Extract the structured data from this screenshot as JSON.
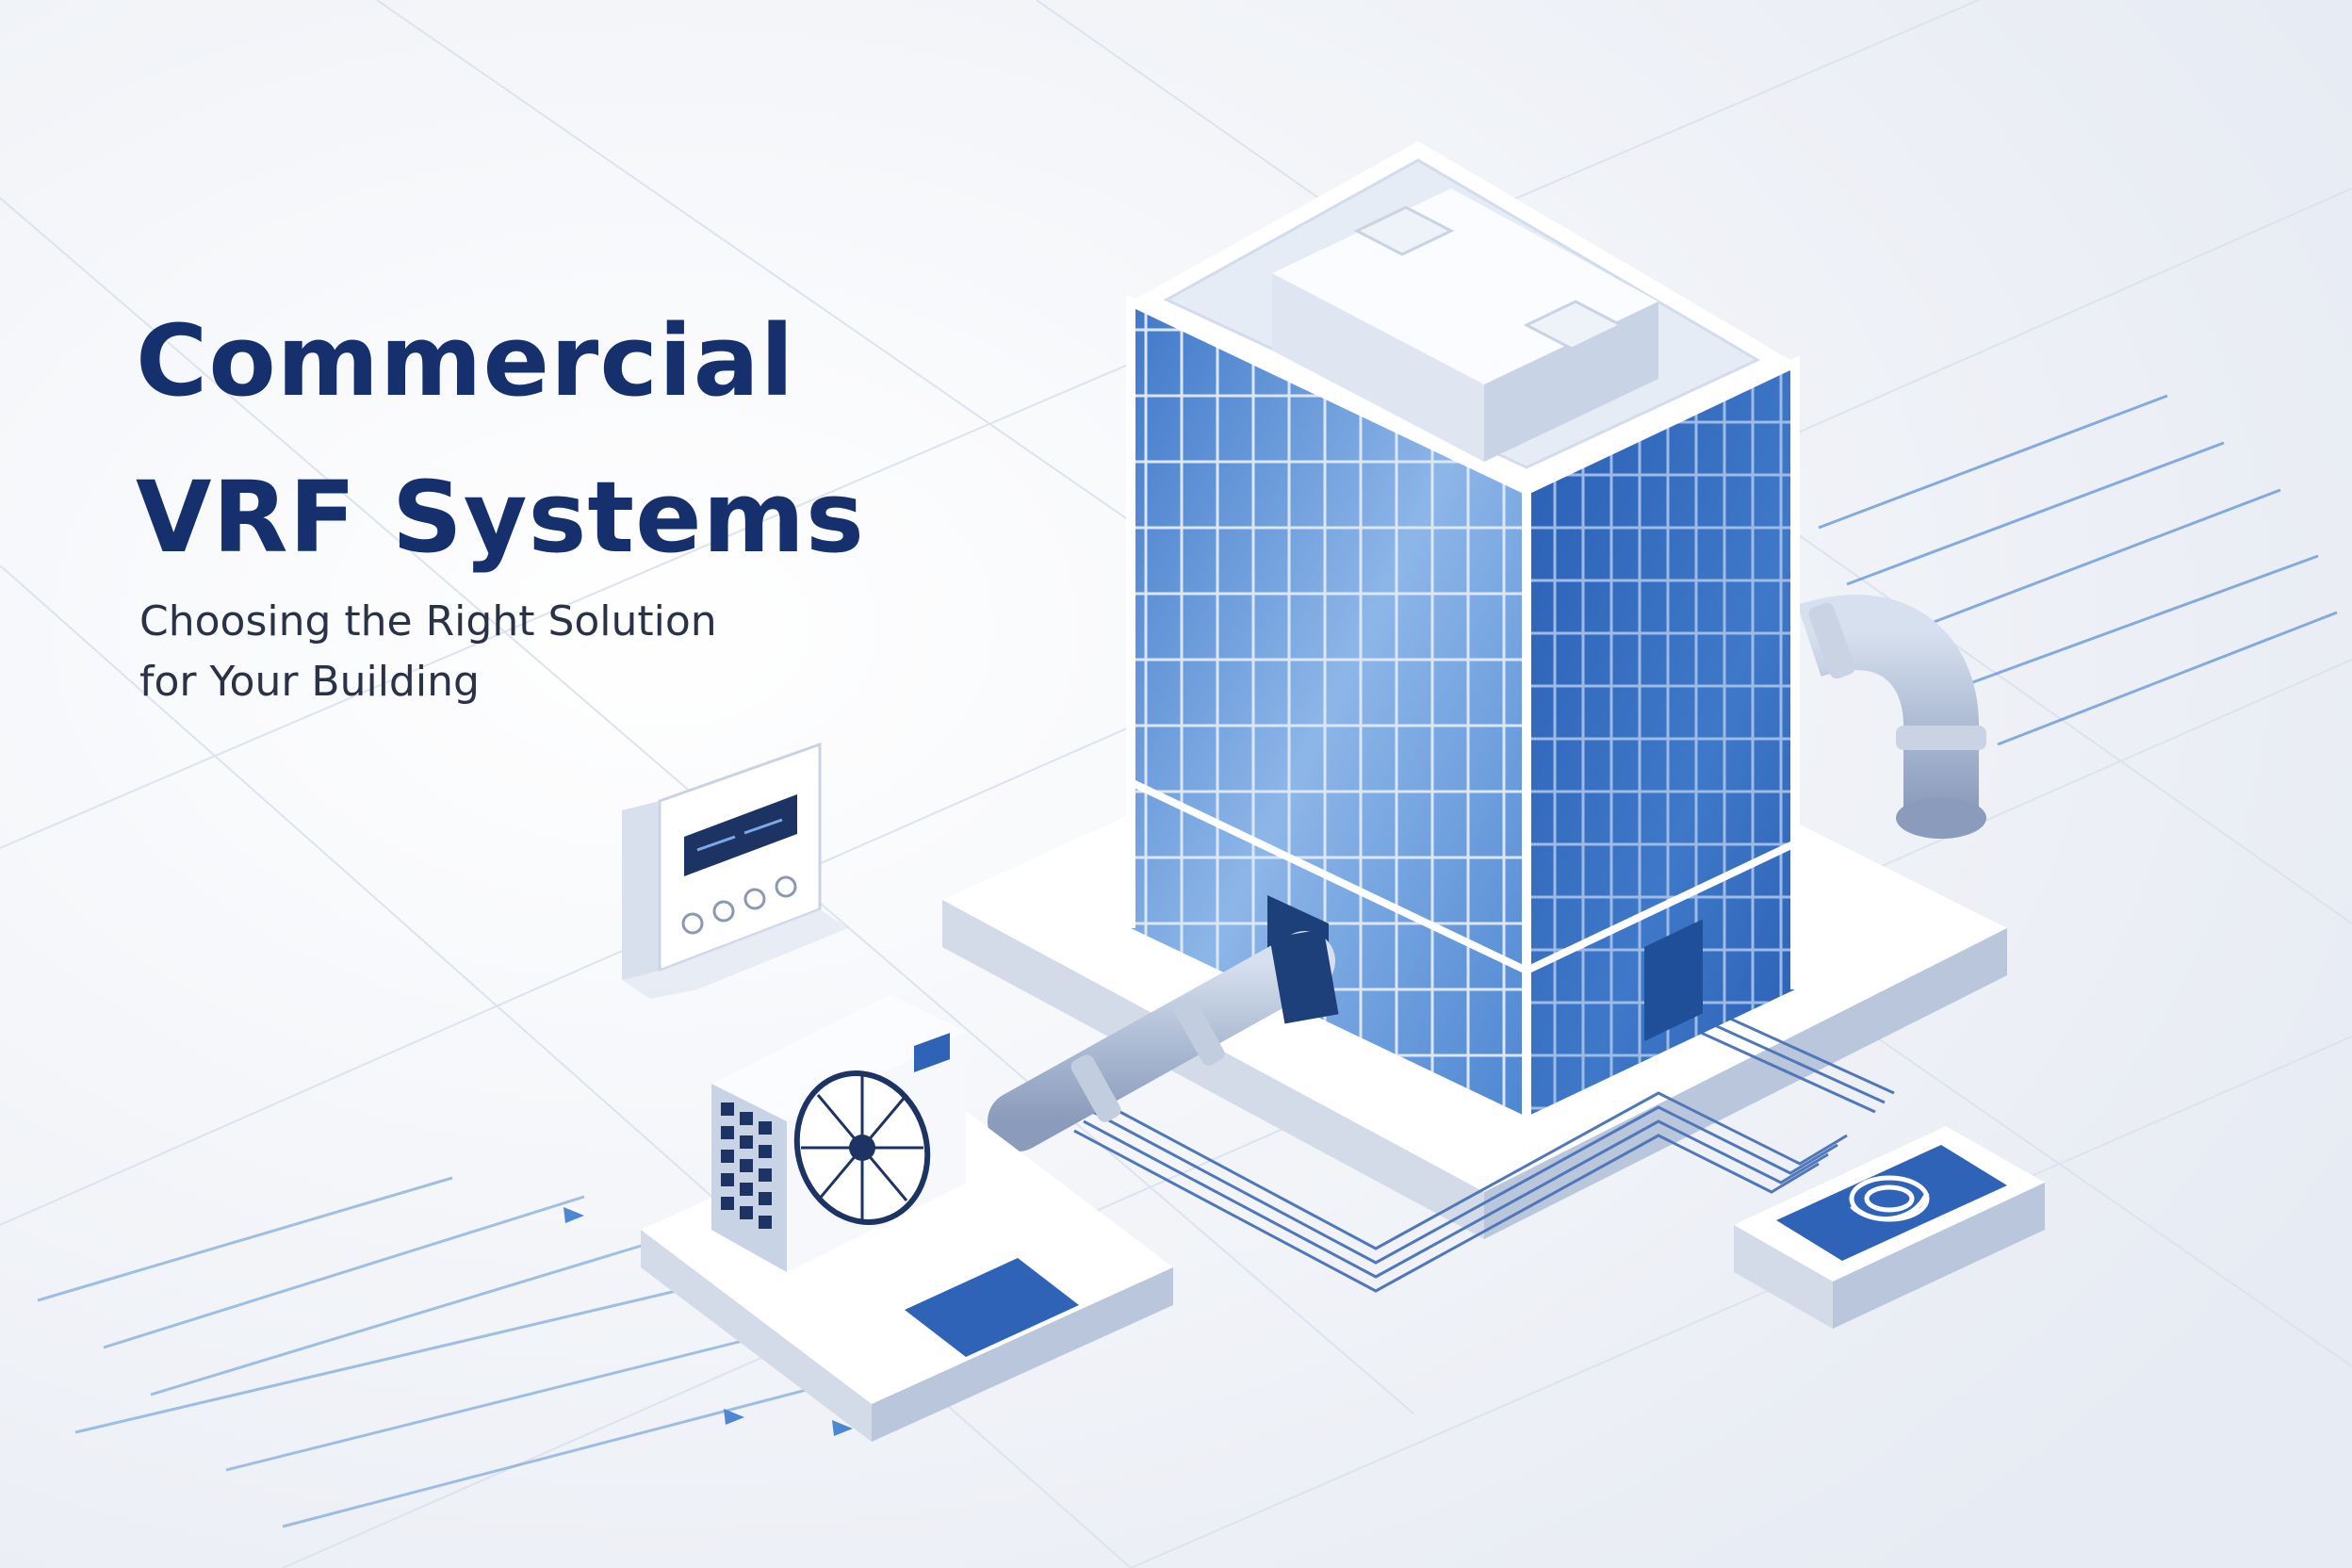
{
  "hero": {
    "title_line1": "Commercial",
    "title_line2": "VRF Systems",
    "subtitle_line1": "Choosing the Right Solution",
    "subtitle_line2": "for Your Building"
  },
  "illustration": {
    "building": "glass-office-tower",
    "outdoor_unit": "condenser-fan-unit",
    "controller": "wall-thermostat-controller",
    "hub": "control-hub-pad",
    "piping": "refrigerant-pipes"
  },
  "colors": {
    "title": "#16306e",
    "subtitle": "#2a3248",
    "accent": "#2f63b7",
    "glass": "#5f92d6",
    "background": "#eef1f7"
  }
}
